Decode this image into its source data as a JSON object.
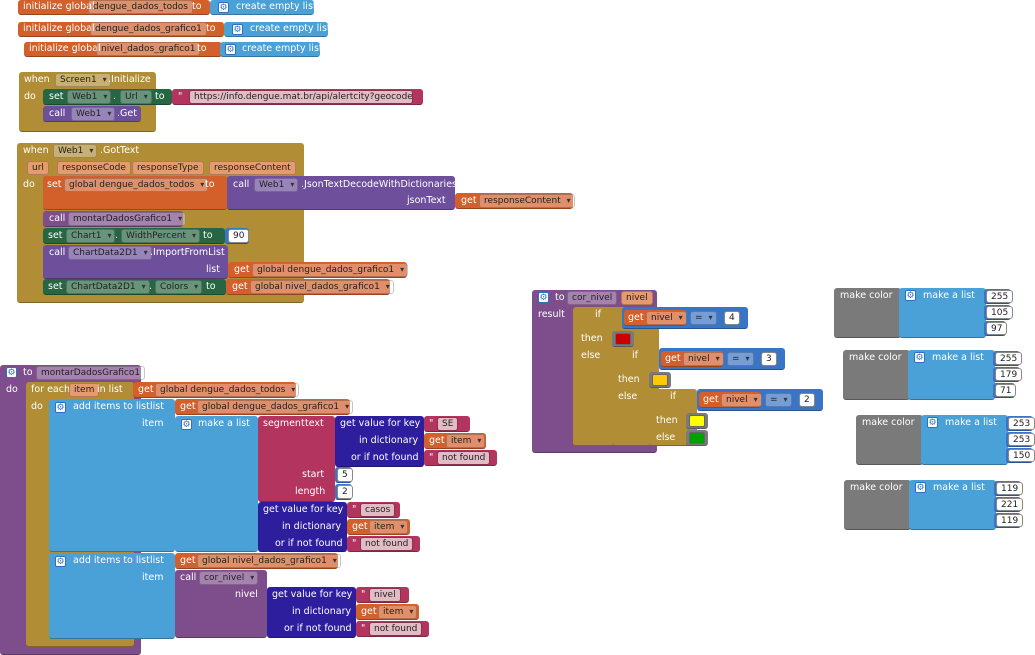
{
  "colors": {
    "variable": "#d35f2a",
    "list": "#4aa1d8",
    "event": "#b18e35",
    "component": "#6e4f9c",
    "setter": "#266643",
    "control": "#b18e35",
    "text": "#b3345e",
    "dictionary": "#2d1e9e",
    "math": "#3a74c5",
    "procedure": "#7e4e8c",
    "color": "#7a7a7a",
    "red": "#cc0000",
    "orange": "#ffc800",
    "yellow": "#ffff00",
    "green": "#00a000"
  },
  "globals": [
    {
      "kw": "initialize global",
      "name": "dengue_dados_todos",
      "to": "to",
      "list": "create empty list"
    },
    {
      "kw": "initialize global",
      "name": "dengue_dados_grafico1",
      "to": "to",
      "list": "create empty list"
    },
    {
      "kw": "initialize global",
      "name": "nivel_dados_grafico1",
      "to": "to",
      "list": "create empty list"
    }
  ],
  "init": {
    "when": "when",
    "comp": "Screen1",
    "event": ".Initialize",
    "do": "do",
    "set": "set",
    "web": "Web1",
    "url": "Url",
    "to": "to",
    "url_value": "https://info.dengue.mat.br/api/alertcity?geocode...",
    "call": "call",
    "get": ".Get"
  },
  "gottext": {
    "when": "when",
    "comp": "Web1",
    "event": ".GotText",
    "params": [
      "url",
      "responseCode",
      "responseType",
      "responseContent"
    ],
    "do": "do",
    "set": "set",
    "gvar": "global dengue_dados_todos",
    "to": "to",
    "call": "call",
    "web": "Web1",
    "method": ".JsonTextDecodeWithDictionaries",
    "jsonText": "jsonText",
    "get": "get",
    "resp": "responseContent",
    "call2": "montarDadosGrafico1",
    "chart": "Chart1",
    "width_prop": "WidthPercent",
    "width_val": "90",
    "chartdata": "ChartData2D1",
    "import": ".ImportFromList",
    "list": "list",
    "gvar2": "global dengue_dados_grafico1",
    "colors": "Colors",
    "gvar3": "global nivel_dados_grafico1"
  },
  "montar": {
    "to": "to",
    "name": "montarDadosGrafico1",
    "do": "do",
    "foreach": "for each",
    "item": "item",
    "inlist": "in list",
    "get": "get",
    "gtodos": "global dengue_dados_todos",
    "add": "add items to list",
    "list": "list",
    "itemkw": "item",
    "g1": "global dengue_dados_grafico1",
    "makealist": "make a list",
    "segment": "segment",
    "textkw": "text",
    "gvfk": "get value for key",
    "key_se": "SE",
    "indict": "in dictionary",
    "ornf": "or if not found",
    "notfound": "not found",
    "start": "start",
    "start_val": "5",
    "length": "length",
    "length_val": "2",
    "key_casos": "casos",
    "g2": "global nivel_dados_grafico1",
    "call": "call",
    "cor": "cor_nivel",
    "nivel": "nivel",
    "key_nivel": "nivel"
  },
  "cor": {
    "to": "to",
    "name": "cor_nivel",
    "param": "nivel",
    "result": "result",
    "if": "if",
    "then": "then",
    "else": "else",
    "get": "get",
    "var": "nivel",
    "eq": "=",
    "v1": "4",
    "v2": "3",
    "v3": "2"
  },
  "makecolors": [
    {
      "label": "make color",
      "list": "make a list",
      "values": [
        "255",
        "105",
        "97"
      ]
    },
    {
      "label": "make color",
      "list": "make a list",
      "values": [
        "255",
        "179",
        "71"
      ]
    },
    {
      "label": "make color",
      "list": "make a list",
      "values": [
        "253",
        "253",
        "150"
      ]
    },
    {
      "label": "make color",
      "list": "make a list",
      "values": [
        "119",
        "221",
        "119"
      ]
    }
  ]
}
